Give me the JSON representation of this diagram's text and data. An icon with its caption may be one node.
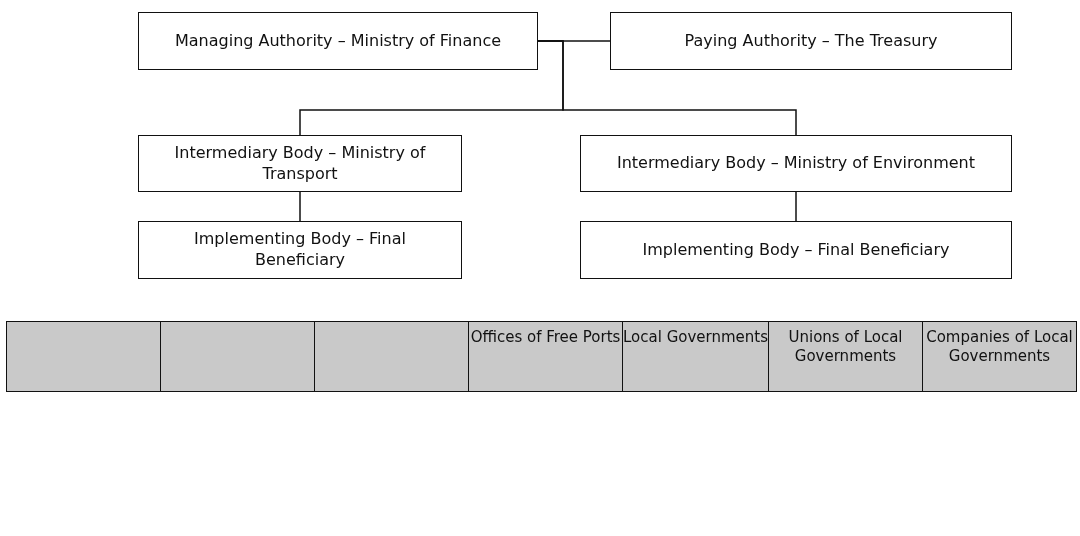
{
  "diagram": {
    "nodes": [
      {
        "text": [
          "Managing Authority – Ministry of Finance"
        ]
      },
      {
        "text": [
          "Paying Authority – The Treasury"
        ]
      },
      {
        "text": [
          "Intermediary Body – Ministry of Transport"
        ]
      },
      {
        "text": [
          "Intermediary Body – Ministry of Environment"
        ]
      },
      {
        "text": [
          "Implementing Body – Final Beneficiary"
        ]
      },
      {
        "text": [
          "Implementing Body – Final Beneficiary"
        ]
      }
    ],
    "edges": [
      {
        "from": 0,
        "to": 1,
        "arrow": "none"
      },
      {
        "from": 0,
        "to": 2,
        "arrow": "none"
      },
      {
        "from": 0,
        "to": 3,
        "arrow": "none"
      },
      {
        "from": 2,
        "to": 4,
        "arrow": "none"
      },
      {
        "from": 3,
        "to": 5,
        "arrow": "none"
      }
    ],
    "labels": [
      "Offices of Free Ports",
      "Local Governments",
      "Unions of Local Governments",
      "Companies of Local Governments"
    ]
  }
}
